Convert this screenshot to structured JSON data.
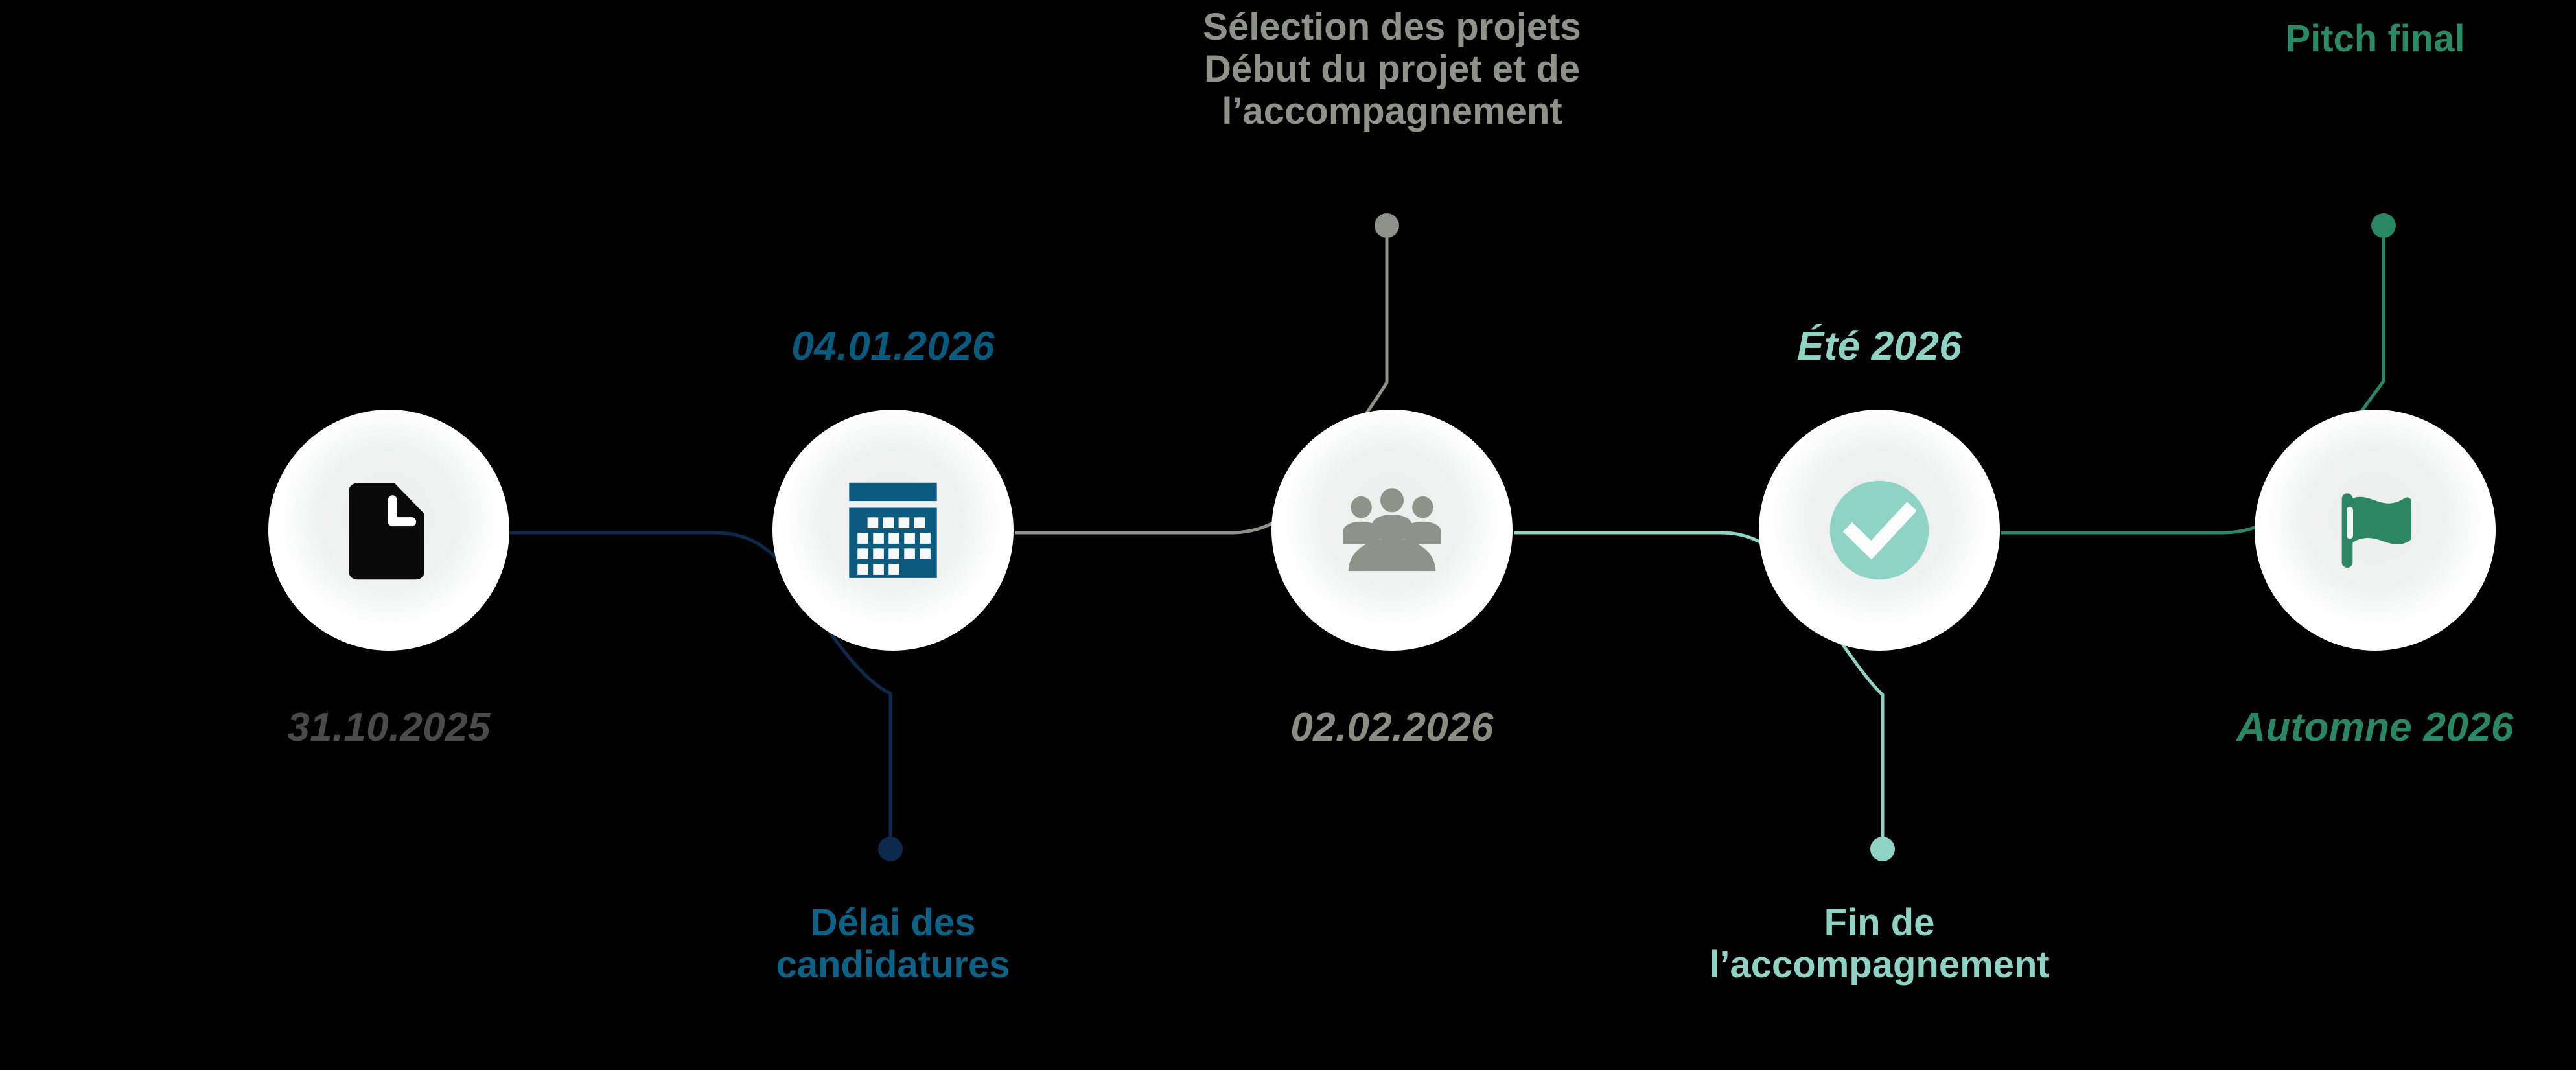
{
  "background_color": "#000000",
  "timeline": {
    "milestones": [
      {
        "id": "dossier",
        "icon": "document-clock-icon",
        "icon_color": "#0a0a0a",
        "date": "31.10.2025",
        "date_color": "#4a4a4a",
        "date_position": "below",
        "caption": "",
        "caption_color": "",
        "caption_position": ""
      },
      {
        "id": "delai-candidatures",
        "icon": "calendar-icon",
        "icon_color": "#0d5a7f",
        "date": "04.01.2026",
        "date_color": "#0a5a7d",
        "date_position": "above",
        "caption": "Délai des\ncandidatures",
        "caption_color": "#0d6287",
        "caption_position": "below",
        "connector_color": "#0d2a4e",
        "dot_color": "#0d2a4e"
      },
      {
        "id": "selection-projets",
        "icon": "people-group-icon",
        "icon_color": "#8f9288",
        "date": "02.02.2026",
        "date_color": "#8a8d82",
        "date_position": "below",
        "caption": "Sélection des projets\nDébut du projet et de\nl’accompagnement",
        "caption_color": "#8f9288",
        "caption_position": "above",
        "connector_color": "#8f9288",
        "dot_color": "#8f9288"
      },
      {
        "id": "fin-accompagnement",
        "icon": "check-circle-icon",
        "icon_color": "#8fd3c4",
        "date": "Été 2026",
        "date_color": "#8fd3c4",
        "date_position": "above",
        "caption": "Fin de\nl’accompagnement",
        "caption_color": "#8fd3c4",
        "caption_position": "below",
        "connector_color": "#8fd3c4",
        "dot_color": "#8fd3c4"
      },
      {
        "id": "pitch-final",
        "icon": "flag-icon",
        "icon_color": "#2d8765",
        "date": "Automne 2026",
        "date_color": "#2a8765",
        "date_position": "below",
        "caption": "Pitch final",
        "caption_color": "#2a8a66",
        "caption_position": "above",
        "connector_color": "#2a8765",
        "dot_color": "#2a8765"
      }
    ],
    "links": [
      {
        "from": "dossier",
        "to": "delai-candidatures",
        "color": "#0d2a4e"
      },
      {
        "from": "delai-candidatures",
        "to": "selection-projets",
        "color": "#8f9288"
      },
      {
        "from": "selection-projets",
        "to": "fin-accompagnement",
        "color": "#8fd3c4"
      },
      {
        "from": "fin-accompagnement",
        "to": "pitch-final",
        "color": "#2a8765"
      }
    ]
  }
}
